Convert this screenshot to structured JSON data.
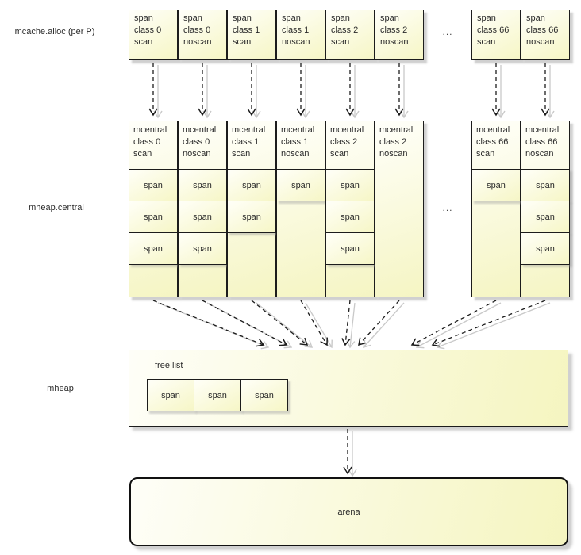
{
  "labels": {
    "mcache": "mcache.alloc (per P)",
    "mcentral": "mheap.central",
    "mheap": "mheap",
    "free_list": "free list",
    "arena": "arena",
    "ellipsis": "..."
  },
  "span_label": "span",
  "mcache_row": {
    "boxes": [
      {
        "lines": [
          "span",
          "class 0",
          "scan"
        ]
      },
      {
        "lines": [
          "span",
          "class 0",
          "noscan"
        ]
      },
      {
        "lines": [
          "span",
          "class 1",
          "scan"
        ]
      },
      {
        "lines": [
          "span",
          "class 1",
          "noscan"
        ]
      },
      {
        "lines": [
          "span",
          "class 2",
          "scan"
        ]
      },
      {
        "lines": [
          "span",
          "class 2",
          "noscan"
        ]
      },
      {
        "lines": [
          "span",
          "class 66",
          "scan"
        ]
      },
      {
        "lines": [
          "span",
          "class 66",
          "noscan"
        ]
      }
    ]
  },
  "mcentral_row": {
    "columns": [
      {
        "lines": [
          "mcentral",
          "class 0",
          "scan"
        ],
        "span_count": 3
      },
      {
        "lines": [
          "mcentral",
          "class 0",
          "noscan"
        ],
        "span_count": 3
      },
      {
        "lines": [
          "mcentral",
          "class 1",
          "scan"
        ],
        "span_count": 2
      },
      {
        "lines": [
          "mcentral",
          "class 1",
          "noscan"
        ],
        "span_count": 1
      },
      {
        "lines": [
          "mcentral",
          "class 2",
          "scan"
        ],
        "span_count": 3
      },
      {
        "lines": [
          "mcentral",
          "class 2",
          "noscan"
        ],
        "span_count": 0
      },
      {
        "lines": [
          "mcentral",
          "class 66",
          "scan"
        ],
        "span_count": 1
      },
      {
        "lines": [
          "mcentral",
          "class 66",
          "noscan"
        ],
        "span_count": 3
      }
    ]
  },
  "mheap": {
    "free_list_span_count": 3
  },
  "colors": {
    "box_fill_light": "#fffff8",
    "box_fill_yellow": "#f5f5c3",
    "border": "#1c1c1c",
    "arrow": "#1c1c1c",
    "arrow_shadow": "#c9c9c9",
    "text": "#2a2a2a"
  }
}
